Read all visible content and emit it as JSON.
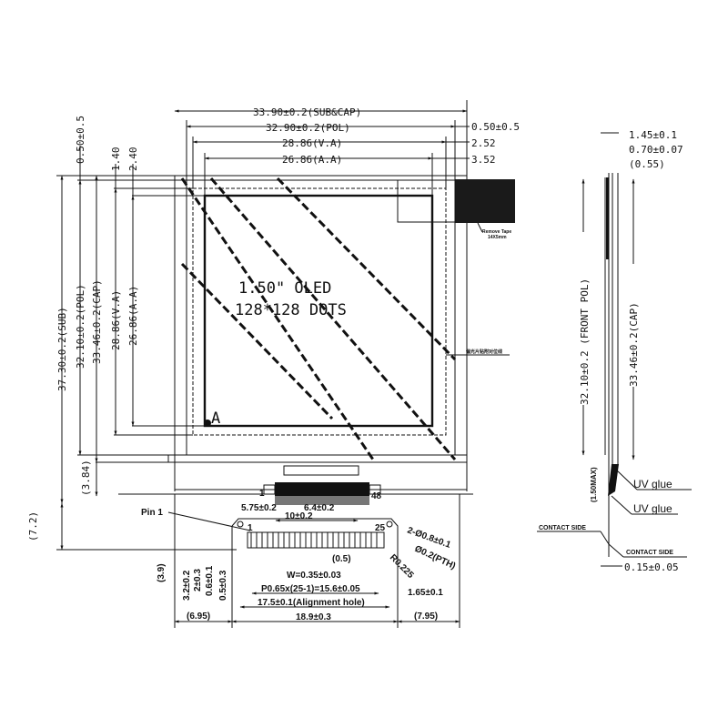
{
  "front_view": {
    "dims_top": [
      "33.90±0.2(SUB&CAP)",
      "32.90±0.2(POL)",
      "28.86(V.A)",
      "26.86(A.A)"
    ],
    "dims_top_right": [
      "0.50±0.5",
      "2.52",
      "3.52"
    ],
    "dims_left": [
      "37.30±0.2(SUB)",
      "32.10±0.2(POL)",
      "33.46±0.2(CAP)",
      "28.86(V.A)",
      "26.86(A.A)"
    ],
    "dims_left_top": [
      "0.50±0.5",
      "1.40",
      "2.40"
    ],
    "dims_left_misc": [
      "(3.84)",
      "(7.2)",
      "(3.9)"
    ],
    "display_title": "1.50\" OLED",
    "display_resolution": "128*128 DOTS",
    "corner_mark": "A",
    "remove_tape_label": "Remove Tape",
    "remove_tape_sub": "14X5mm",
    "pol_note": "偏光片贴附对位线"
  },
  "fpc": {
    "pin_first": "1",
    "pin_last": "48",
    "pin1_label": "Pin 1",
    "pad_first": "1",
    "pad_last": "25",
    "dims": {
      "d575": "5.75±0.2",
      "d64": "6.4±0.2",
      "d10": "10±0.2",
      "holes": "2-Ø0.8±0.1",
      "pth": "Ø0.2(PTH)",
      "r": "R0.225",
      "half": "(0.5)",
      "width": "W=0.35±0.03",
      "pitch": "P0.65x(25-1)=15.6±0.05",
      "d165": "1.65±0.1",
      "align": "17.5±0.1(Alignment hole)",
      "left": "(6.95)",
      "total": "18.9±0.3",
      "right": "(7.95)",
      "v32": "3.2±0.2",
      "v2": "2±0.3",
      "v06": "0.6±0.1",
      "v05": "0.5±0.3"
    }
  },
  "side_view": {
    "dims_top": [
      "1.45±0.1",
      "0.70±0.07",
      "(0.55)"
    ],
    "front_pol": "32.10±0.2 (FRONT POL)",
    "cap": "33.46±0.2(CAP)",
    "max": "(1.50MAX)",
    "uv_glue_1": "UV glue",
    "uv_glue_2": "UV glue",
    "contact_side_1": "CONTACT SIDE",
    "contact_side_2": "CONTACT SIDE",
    "bottom": "0.15±0.05"
  }
}
